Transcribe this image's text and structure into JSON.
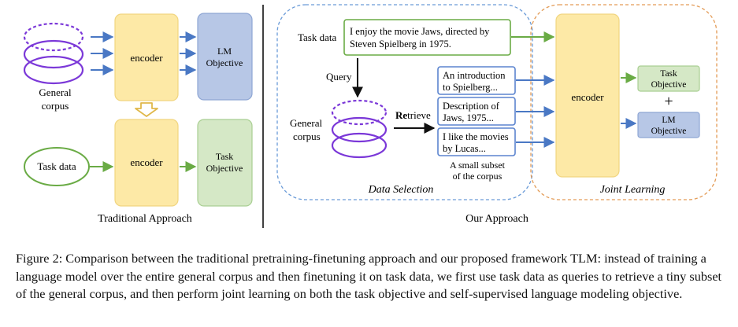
{
  "figure": {
    "colors": {
      "encoder_fill": "#fde9a6",
      "encoder_stroke": "#f1d57f",
      "lm_fill": "#b7c7e6",
      "lm_stroke": "#8ea6d4",
      "task_fill": "#d5e8c6",
      "task_stroke": "#a9cf92",
      "corpus_stroke": "#7b38d8",
      "arrow_blue": "#4a78c4",
      "task_stroke_green": "#6aab45",
      "selection_border": "#6a9bd8",
      "joint_border": "#e39b56"
    },
    "traditional": {
      "corpus_label_line1": "General",
      "corpus_label_line2": "corpus",
      "encoder_top": "encoder",
      "lm_line1": "LM",
      "lm_line2": "Objective",
      "task_data": "Task data",
      "encoder_bottom": "encoder",
      "task_line1": "Task",
      "task_line2": "Objective",
      "caption": "Traditional Approach"
    },
    "ours": {
      "task_data_label": "Task data",
      "task_text_line1": "I enjoy the movie Jaws, directed by",
      "task_text_line2": "Steven Spielberg in 1975.",
      "query": "Query",
      "corpus_line1": "General",
      "corpus_line2": "corpus",
      "retrieve_bold": "Re",
      "retrieve_normal": "trieve",
      "retrieved": [
        {
          "line1": "An introduction",
          "line2": "to Spielberg..."
        },
        {
          "line1": "Description of",
          "line2": "Jaws, 1975..."
        },
        {
          "line1": "I like the movies",
          "line2": "by Lucas..."
        }
      ],
      "subset_line1": "A small subset",
      "subset_line2": "of the corpus",
      "data_selection": "Data Selection",
      "encoder": "encoder",
      "task_obj_line1": "Task",
      "task_obj_line2": "Objective",
      "plus": "+",
      "lm_obj_line1": "LM",
      "lm_obj_line2": "Objective",
      "joint_learning": "Joint Learning",
      "caption": "Our Approach"
    }
  },
  "caption": "Figure 2: Comparison between the traditional pretraining-finetuning approach and our proposed framework TLM: instead of training a language model over the entire general corpus and then finetuning it on task data, we first use task data as queries to retrieve a tiny subset of the general corpus, and then perform joint learning on both the task objective and self-supervised language modeling objective."
}
